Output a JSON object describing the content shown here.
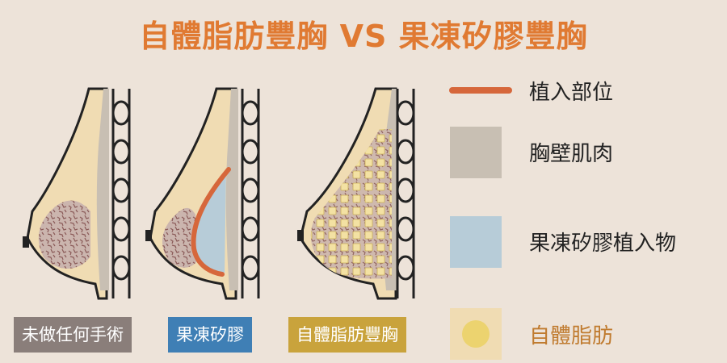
{
  "title": "自體脂肪豐胸 VS 果凍矽膠豐胸",
  "legend": {
    "implant_site": "植入部位",
    "chest_wall": "胸壁肌肉",
    "silicone_implant": "果凍矽膠植入物",
    "autologous_fat": "自體脂肪"
  },
  "captions": {
    "no_surgery": "未做任何手術",
    "silicone": "果凍矽膠",
    "fat_graft": "自體脂肪豐胸"
  },
  "colors": {
    "title": "#e07a32",
    "implant_line": "#d6673b",
    "muscle": "#c8bfb3",
    "implant": "#b7ccd8",
    "fat": "#f0dc98",
    "no_surgery_tag": "#8a7e7a",
    "silicone_tag": "#3f7fb5",
    "fat_tag": "#c9a33c"
  }
}
